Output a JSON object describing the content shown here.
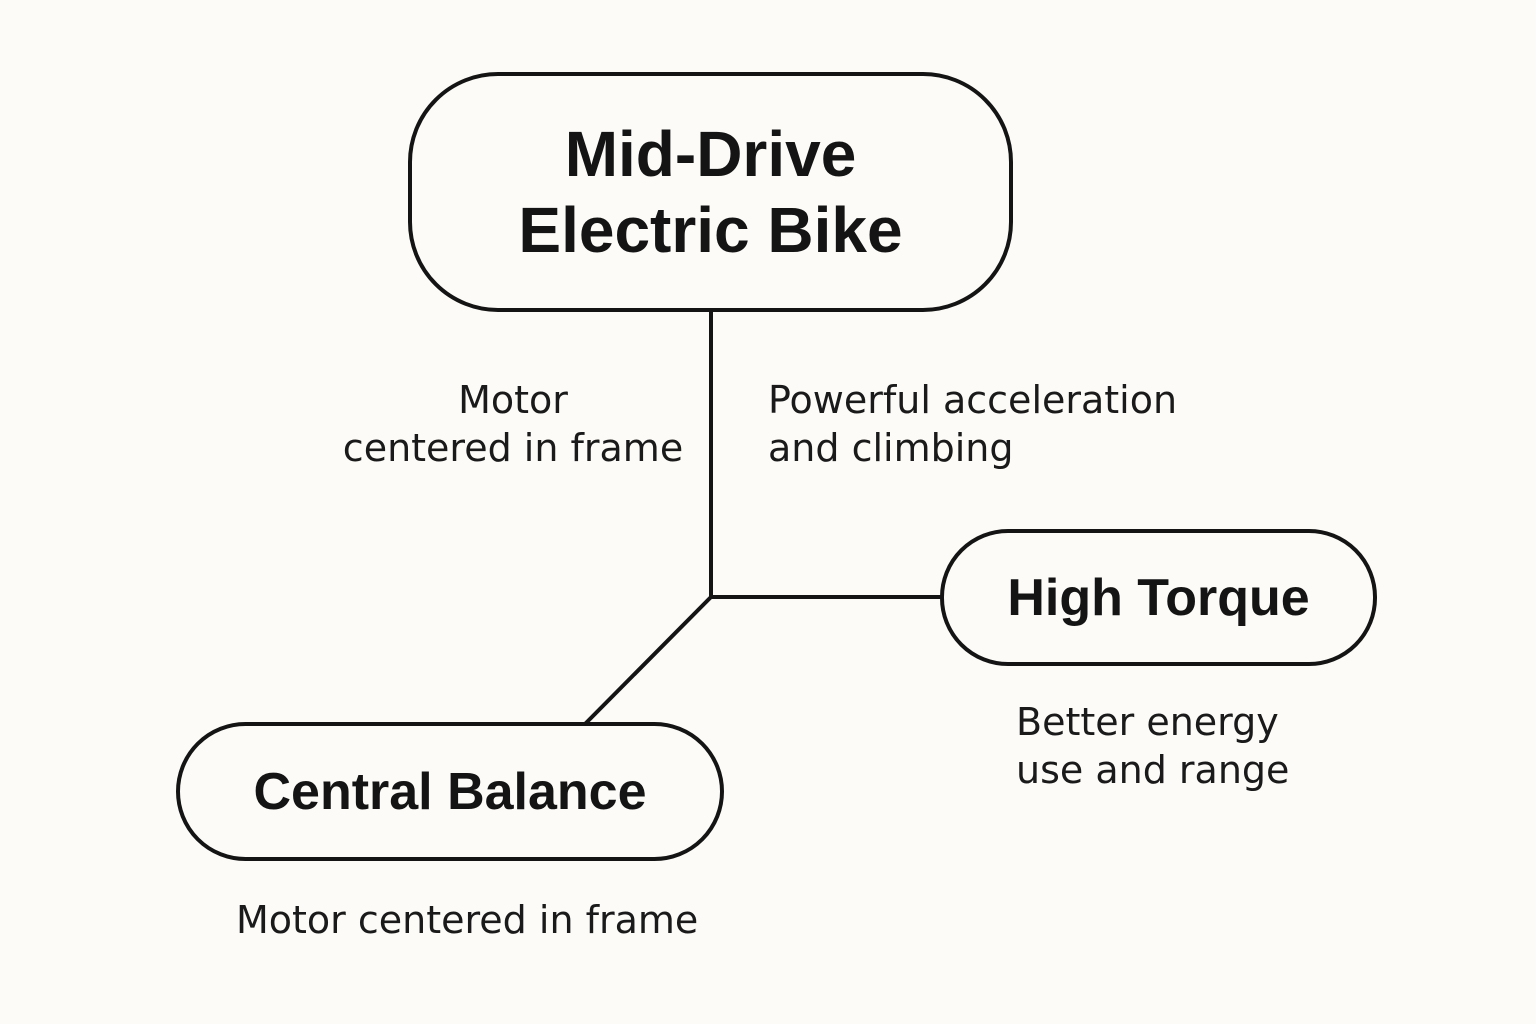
{
  "nodes": {
    "main": {
      "title": "Mid-Drive\nElectric Bike"
    },
    "high_torque": {
      "title": "High Torque"
    },
    "central_balance": {
      "title": "Central Balance"
    }
  },
  "annotations": {
    "motor_centered_upper": "Motor\ncentered in frame",
    "powerful_acceleration": "Powerful acceleration\nand climbing",
    "better_energy": "Better energy\nuse and range",
    "motor_centered_lower": "Motor centered in frame"
  },
  "colors": {
    "background": "#fcfbf8",
    "stroke": "#141414"
  }
}
